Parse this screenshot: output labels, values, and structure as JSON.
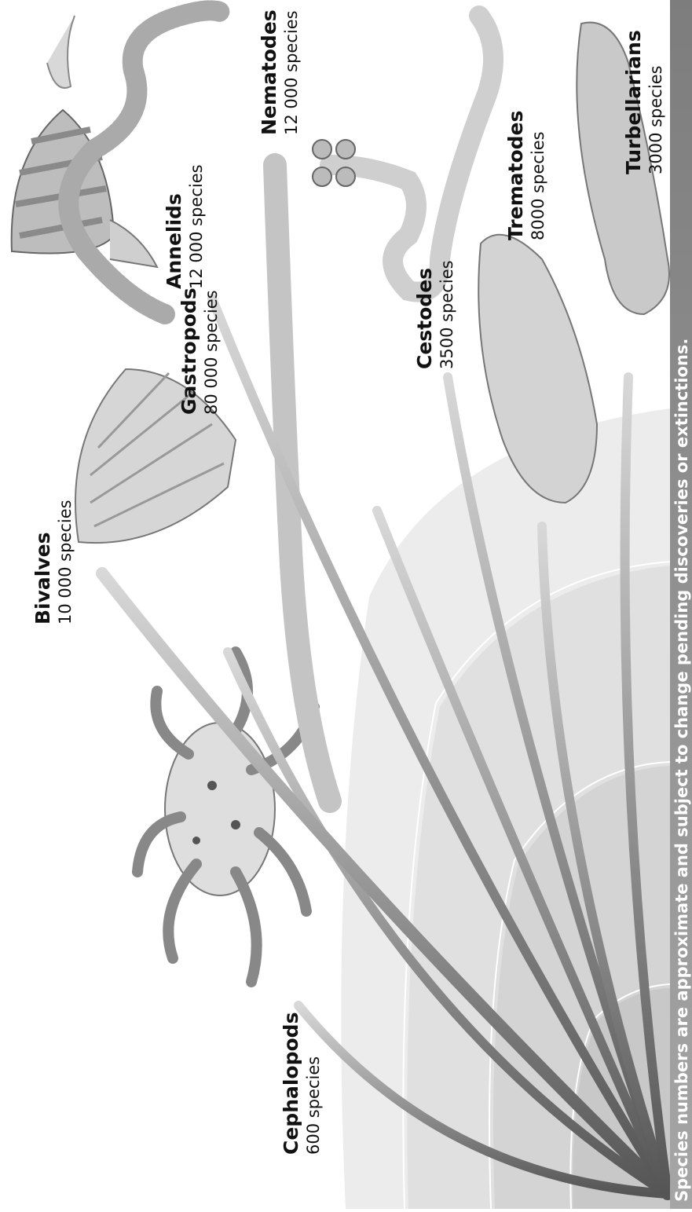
{
  "groups": [
    {
      "name": "Cephalopods",
      "count": "600 species"
    },
    {
      "name": "Bivalves",
      "count": "10 000 species"
    },
    {
      "name": "Gastropods",
      "count": "80 000 species"
    },
    {
      "name": "Annelids",
      "count": "12 000 species"
    },
    {
      "name": "Nematodes",
      "count": "12 000 species"
    },
    {
      "name": "Cestodes",
      "count": "3500 species"
    },
    {
      "name": "Trematodes",
      "count": "8000 species"
    },
    {
      "name": "Turbellarians",
      "count": "3000 species"
    }
  ],
  "footer": {
    "note": "Species numbers are approximate and subject to change pending discoveries or extinctions."
  },
  "colors": {
    "band_outer": "#ededed",
    "band_mid": "#e2e2e2",
    "band_inner": "#d6d6d6",
    "branch": "#8a8a8a",
    "footer_band": "#9a9a9a"
  }
}
